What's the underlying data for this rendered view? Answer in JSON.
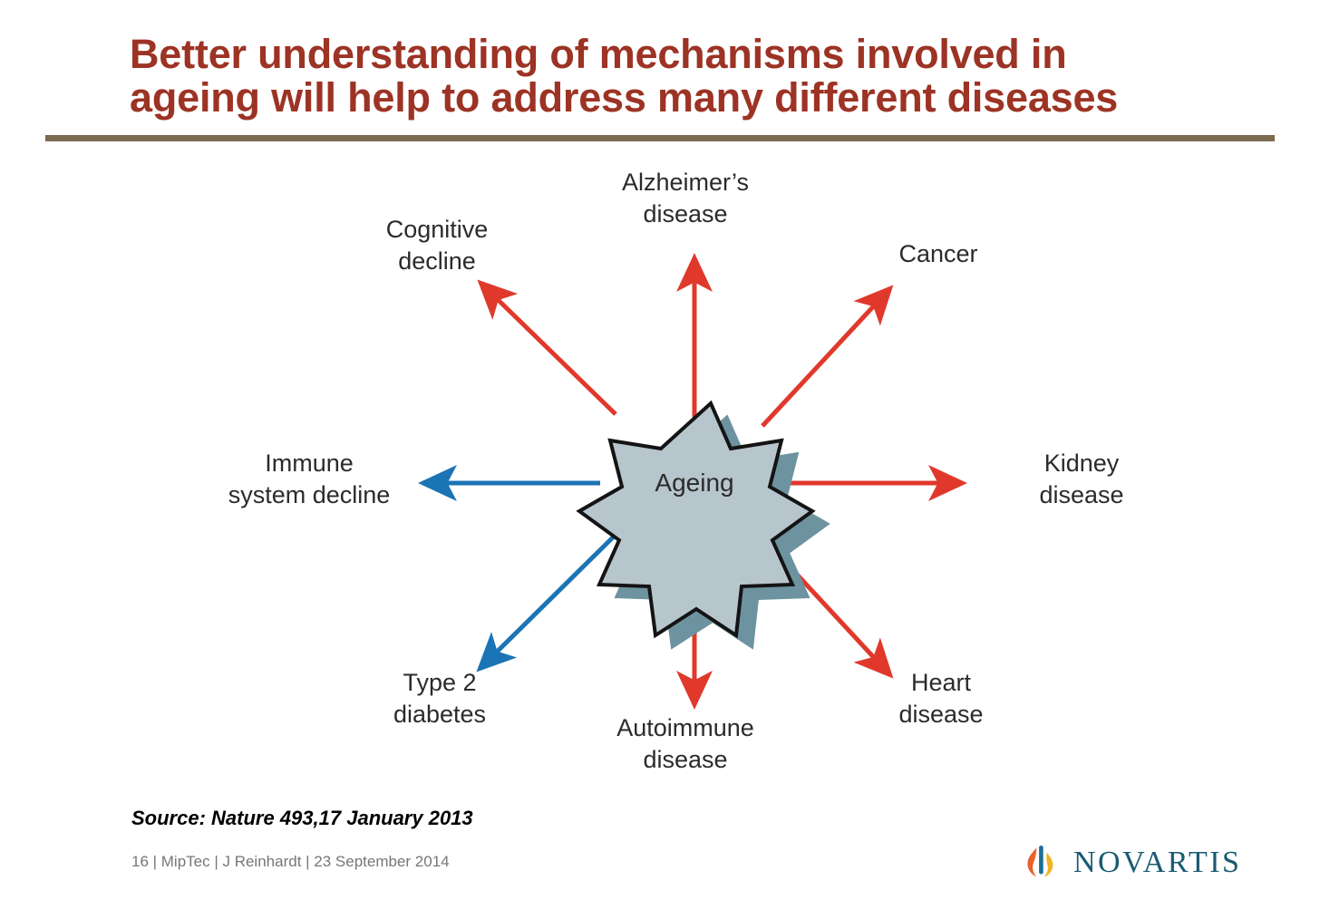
{
  "slide": {
    "title": "Better understanding of mechanisms involved in\nageing will help to address many different diseases",
    "title_color": "#9c3324",
    "rule_color": "#7d6b51",
    "background": "#ffffff"
  },
  "diagram": {
    "center": {
      "label": "Ageing",
      "shape": "8-point-star",
      "fill": "#b7c5cd",
      "shadow": "#6e93a0",
      "outline": "#1a1a1a"
    },
    "arrow_colors": {
      "red": "#e0392c",
      "blue": "#1b74b5"
    },
    "nodes": [
      {
        "id": "alzheimers",
        "label": "Alzheimer’s\ndisease",
        "direction": "north",
        "arrow": "red"
      },
      {
        "id": "cancer",
        "label": "Cancer",
        "direction": "northeast",
        "arrow": "red"
      },
      {
        "id": "kidney",
        "label": "Kidney\ndisease",
        "direction": "east",
        "arrow": "red"
      },
      {
        "id": "heart",
        "label": "Heart\ndisease",
        "direction": "southeast",
        "arrow": "red"
      },
      {
        "id": "autoimmune",
        "label": "Autoimmune\ndisease",
        "direction": "south",
        "arrow": "red"
      },
      {
        "id": "diabetes",
        "label": "Type 2\ndiabetes",
        "direction": "southwest",
        "arrow": "blue"
      },
      {
        "id": "immune",
        "label": "Immune\nsystem decline",
        "direction": "west",
        "arrow": "blue"
      },
      {
        "id": "cognitive",
        "label": "Cognitive\ndecline",
        "direction": "northwest",
        "arrow": "red"
      }
    ]
  },
  "source": {
    "text": "Source: Nature 493,17 January 2013"
  },
  "footer": {
    "text": "16 | MipTec | J Reinhardt | 23 September 2014"
  },
  "logo": {
    "wordmark": "NOVARTIS",
    "flame_left_color": "#e8622a",
    "flame_right_color": "#f0b323",
    "bar_color": "#1a6f96",
    "word_color": "#1a5a72"
  }
}
